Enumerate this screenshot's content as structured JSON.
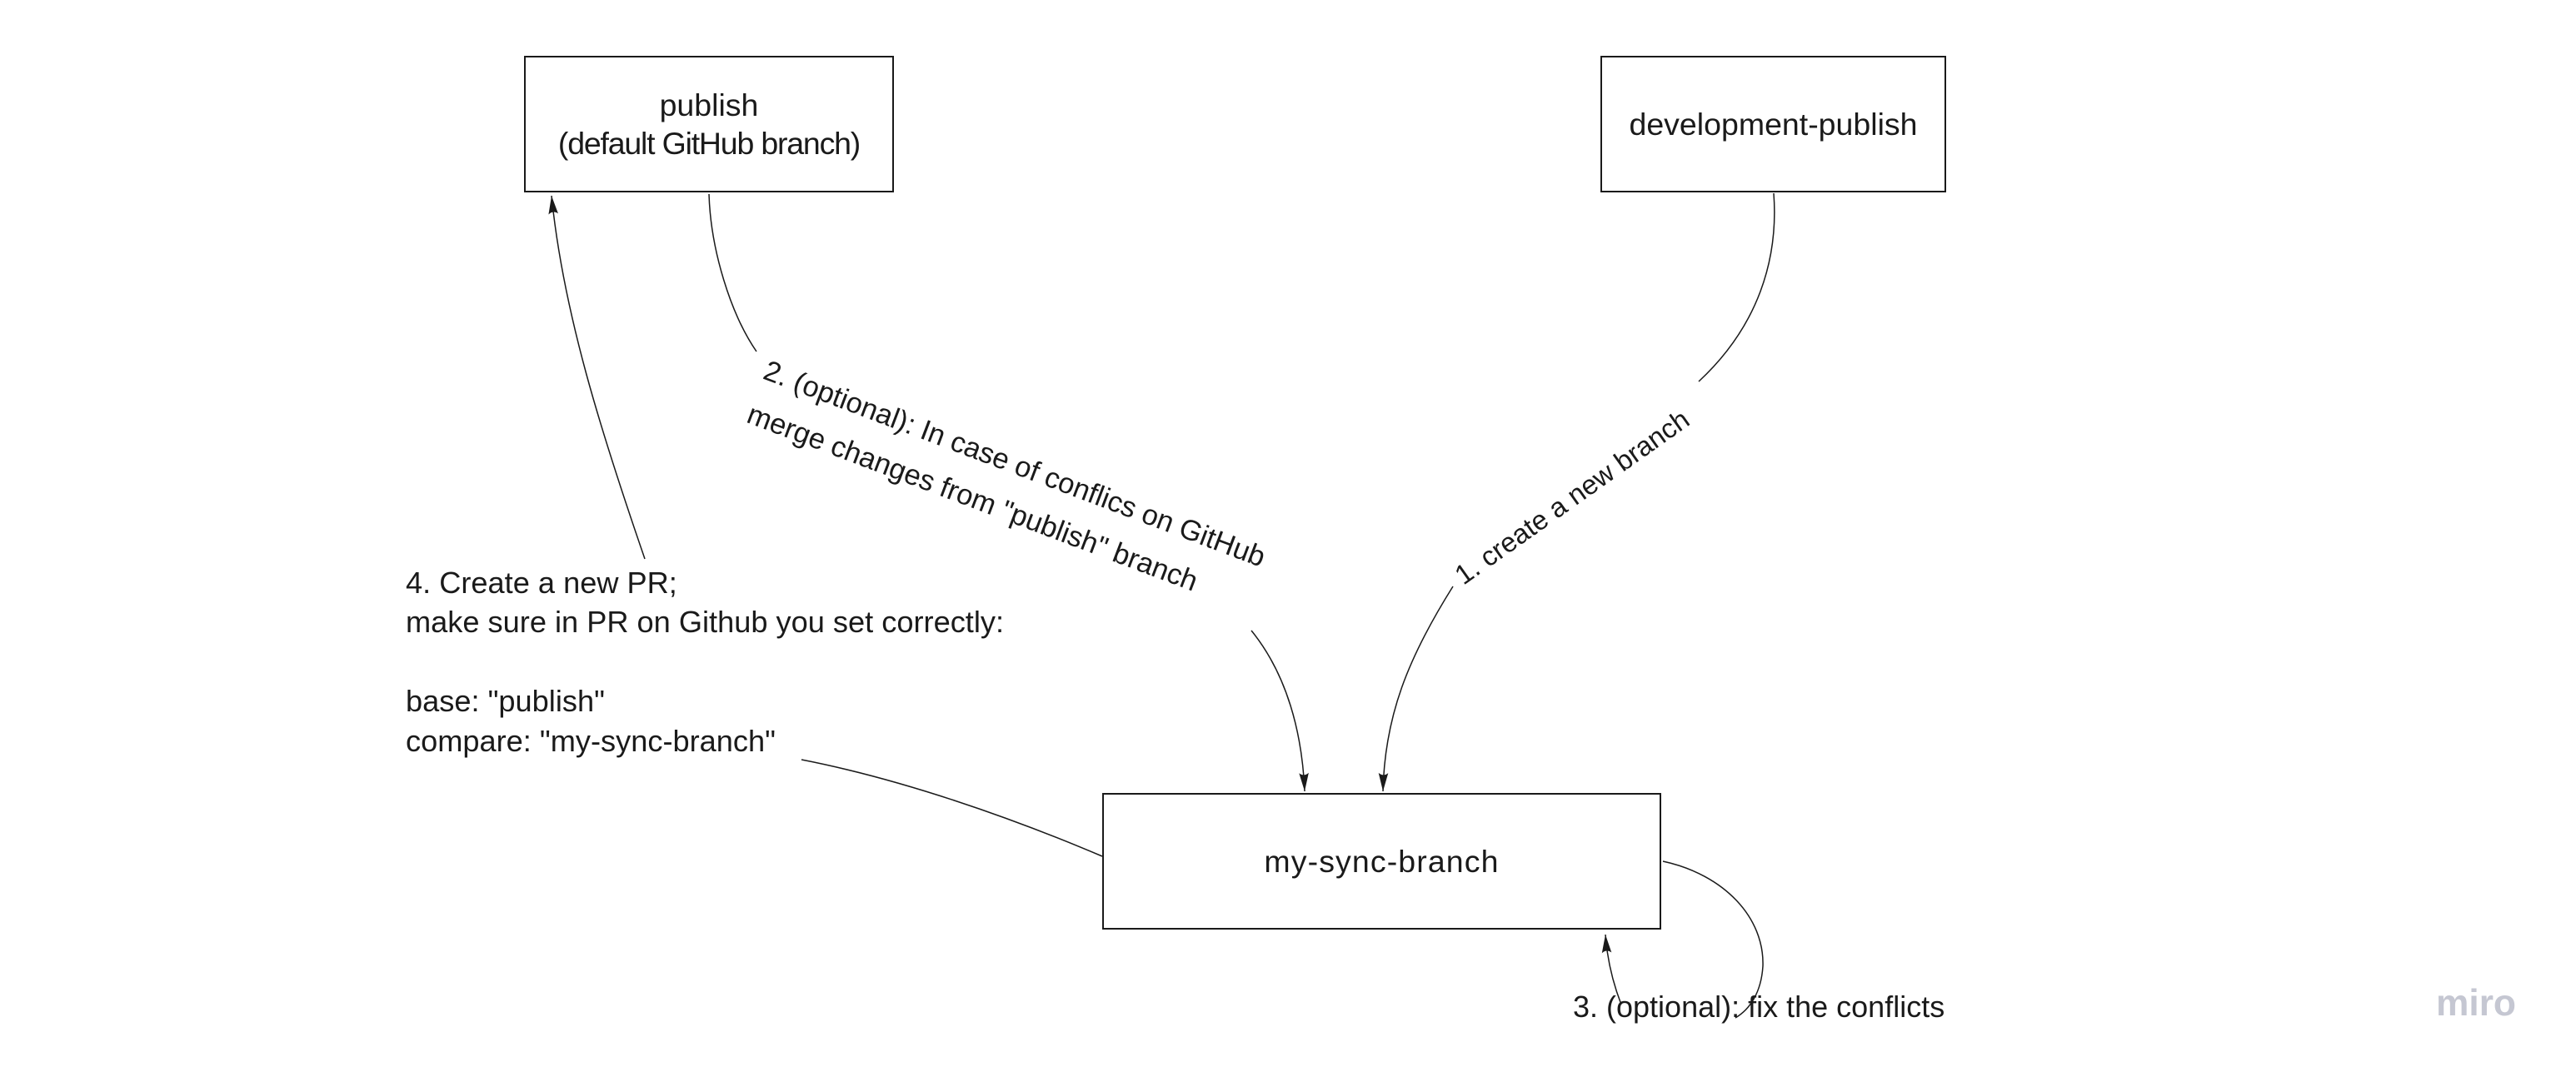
{
  "board": {
    "background": "#ffffff",
    "ink_color": "#1a1a1a",
    "watermark": {
      "text": "miro",
      "color": "#c5c7d2"
    }
  },
  "nodes": {
    "publish": {
      "lines": [
        "publish",
        "(default GitHub branch)"
      ]
    },
    "development_publish": {
      "lines": [
        "development-publish"
      ]
    },
    "my_sync_branch": {
      "lines": [
        "my-sync-branch"
      ]
    }
  },
  "labels": {
    "step1": {
      "text": "1. create a new branch"
    },
    "step2": {
      "lines": [
        "2. (optional): In case of conflics on GitHub",
        "merge changes from \"publish\" branch"
      ]
    },
    "step3": {
      "text": "3. (optional): fix the conflicts"
    },
    "step4": {
      "lines": [
        "4. Create a new PR;",
        "make sure in PR on Github you set correctly:",
        "",
        "base: \"publish\"",
        "compare: \"my-sync-branch\""
      ]
    }
  }
}
